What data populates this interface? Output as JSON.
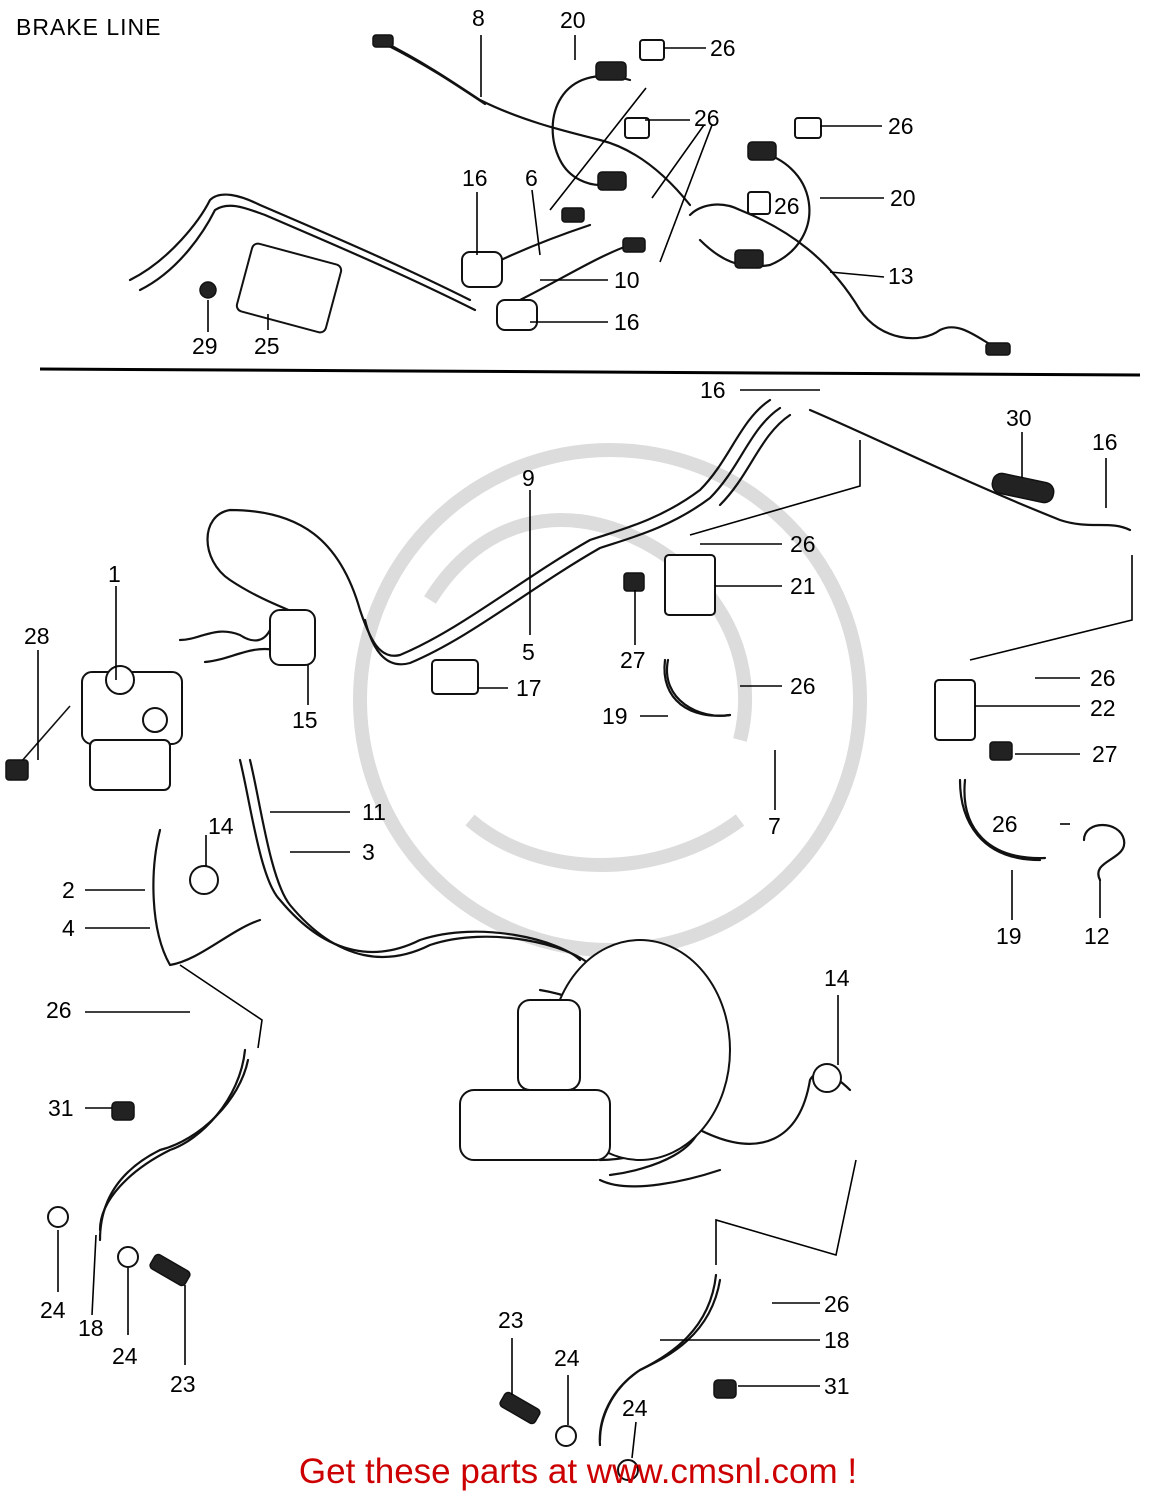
{
  "title": "BRAKE LINE",
  "footer": "Get these parts at www.cmsnl.com !",
  "colors": {
    "title": "#000000",
    "footer": "#cc0000",
    "watermark": "#dcdcdc"
  },
  "callouts": [
    {
      "id": "c8",
      "text": "8"
    },
    {
      "id": "c20a",
      "text": "20"
    },
    {
      "id": "c26a",
      "text": "26"
    },
    {
      "id": "c26b",
      "text": "26"
    },
    {
      "id": "c26c",
      "text": "26"
    },
    {
      "id": "c16a",
      "text": "16"
    },
    {
      "id": "c6",
      "text": "6"
    },
    {
      "id": "c26d",
      "text": "26"
    },
    {
      "id": "c20b",
      "text": "20"
    },
    {
      "id": "c13",
      "text": "13"
    },
    {
      "id": "c10",
      "text": "10"
    },
    {
      "id": "c16b",
      "text": "16"
    },
    {
      "id": "c29",
      "text": "29"
    },
    {
      "id": "c25",
      "text": "25"
    },
    {
      "id": "c16c",
      "text": "16"
    },
    {
      "id": "c30",
      "text": "30"
    },
    {
      "id": "c16d",
      "text": "16"
    },
    {
      "id": "c9",
      "text": "9"
    },
    {
      "id": "c26e",
      "text": "26"
    },
    {
      "id": "c21",
      "text": "21"
    },
    {
      "id": "c1",
      "text": "1"
    },
    {
      "id": "c28",
      "text": "28"
    },
    {
      "id": "c5",
      "text": "5"
    },
    {
      "id": "c27a",
      "text": "27"
    },
    {
      "id": "c17",
      "text": "17"
    },
    {
      "id": "c26f",
      "text": "26"
    },
    {
      "id": "c15",
      "text": "15"
    },
    {
      "id": "c19a",
      "text": "19"
    },
    {
      "id": "c26g",
      "text": "26"
    },
    {
      "id": "c22",
      "text": "22"
    },
    {
      "id": "c27b",
      "text": "27"
    },
    {
      "id": "c11",
      "text": "11"
    },
    {
      "id": "c7",
      "text": "7"
    },
    {
      "id": "c14a",
      "text": "14"
    },
    {
      "id": "c3",
      "text": "3"
    },
    {
      "id": "c26h",
      "text": "26"
    },
    {
      "id": "c2",
      "text": "2"
    },
    {
      "id": "c4",
      "text": "4"
    },
    {
      "id": "c19b",
      "text": "19"
    },
    {
      "id": "c12",
      "text": "12"
    },
    {
      "id": "c26i",
      "text": "26"
    },
    {
      "id": "c14b",
      "text": "14"
    },
    {
      "id": "c31a",
      "text": "31"
    },
    {
      "id": "c24a",
      "text": "24"
    },
    {
      "id": "c18a",
      "text": "18"
    },
    {
      "id": "c24b",
      "text": "24"
    },
    {
      "id": "c23a",
      "text": "23"
    },
    {
      "id": "c26j",
      "text": "26"
    },
    {
      "id": "c18b",
      "text": "18"
    },
    {
      "id": "c23b",
      "text": "23"
    },
    {
      "id": "c24c",
      "text": "24"
    },
    {
      "id": "c31b",
      "text": "31"
    },
    {
      "id": "c24d",
      "text": "24"
    }
  ]
}
